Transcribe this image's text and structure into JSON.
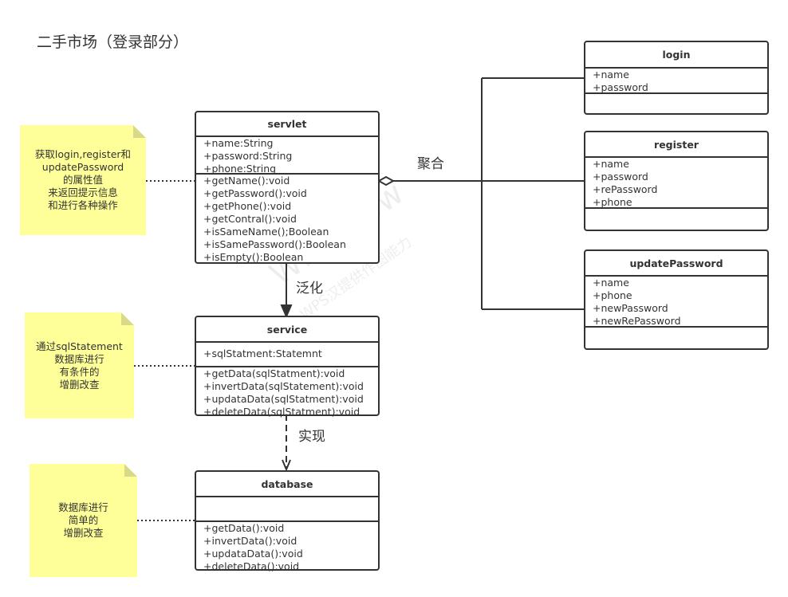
{
  "title": "二手市场（登录部分）",
  "watermark": {
    "main": "WPS Flow",
    "sub": "WPS汉提供作图能力"
  },
  "classes": {
    "servlet": {
      "name": "servlet",
      "attributes": [
        "+name:String",
        "+password:String",
        "+phone:String"
      ],
      "methods": [
        "+getName():void",
        "+getPassword():void",
        "+getPhone():void",
        "+getContral():void",
        "+isSameName();Boolean",
        "+isSamePassword():Boolean",
        "+isEmpty():Boolean"
      ]
    },
    "service": {
      "name": "service",
      "attributes": [
        "+sqlStatment:Statemnt"
      ],
      "methods": [
        "+getData(sqlStatment):void",
        "+invertData(sqlStatement):void",
        "+updataData(sqlStatment):void",
        "+deleteData(sqlStatment):void"
      ]
    },
    "database": {
      "name": "database",
      "attributes": [],
      "methods": [
        "+getData():void",
        "+invertData():void",
        "+updataData():void",
        "+deleteData():void"
      ]
    },
    "login": {
      "name": "login",
      "attributes": [
        "+name",
        "+password"
      ]
    },
    "register": {
      "name": "register",
      "attributes": [
        "+name",
        "+password",
        "+rePassword",
        "+phone"
      ]
    },
    "updatePassword": {
      "name": "updatePassword",
      "attributes": [
        "+name",
        "+phone",
        "+newPassword",
        "+newRePassword"
      ]
    }
  },
  "notes": [
    {
      "lines": [
        "获取login,register和",
        "updatePassword",
        "的属性值",
        "来返回提示信息",
        "和进行各种操作"
      ]
    },
    {
      "lines": [
        "通过sqlStatement",
        "数据库进行",
        "有条件的",
        "增删改查"
      ]
    },
    {
      "lines": [
        "数据库进行",
        "简单的",
        "增删改查"
      ]
    }
  ],
  "relations": {
    "aggregation": "聚合",
    "generalization": "泛化",
    "realization": "实现"
  },
  "colors": {
    "note": "#ffff99",
    "line": "#333333"
  }
}
